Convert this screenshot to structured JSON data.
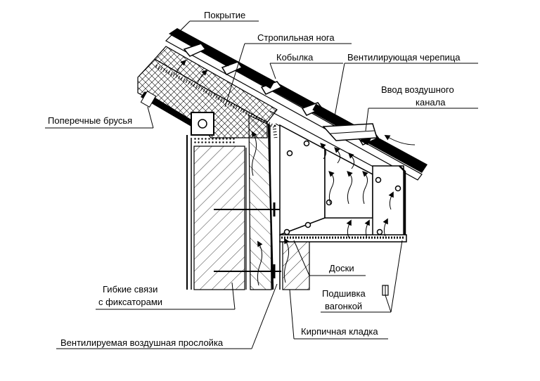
{
  "labels": {
    "covering": "Покрытие",
    "rafter": "Стропильная нога",
    "kobylka": "Кобылка",
    "vent_tile": "Вентилирующая черепица",
    "air_inlet_1": "Ввод воздушного",
    "air_inlet_2": "канала",
    "cross_bars": "Поперечные брусья",
    "boards": "Доски",
    "flex_ties_1": "Гибкие связи",
    "flex_ties_2": "с фиксаторами",
    "soffit_1": "Подшивка",
    "soffit_2": "вагонкой",
    "brickwork": "Кирпичная кладка",
    "air_gap": "Вентилируемая воздушная прослойка"
  }
}
